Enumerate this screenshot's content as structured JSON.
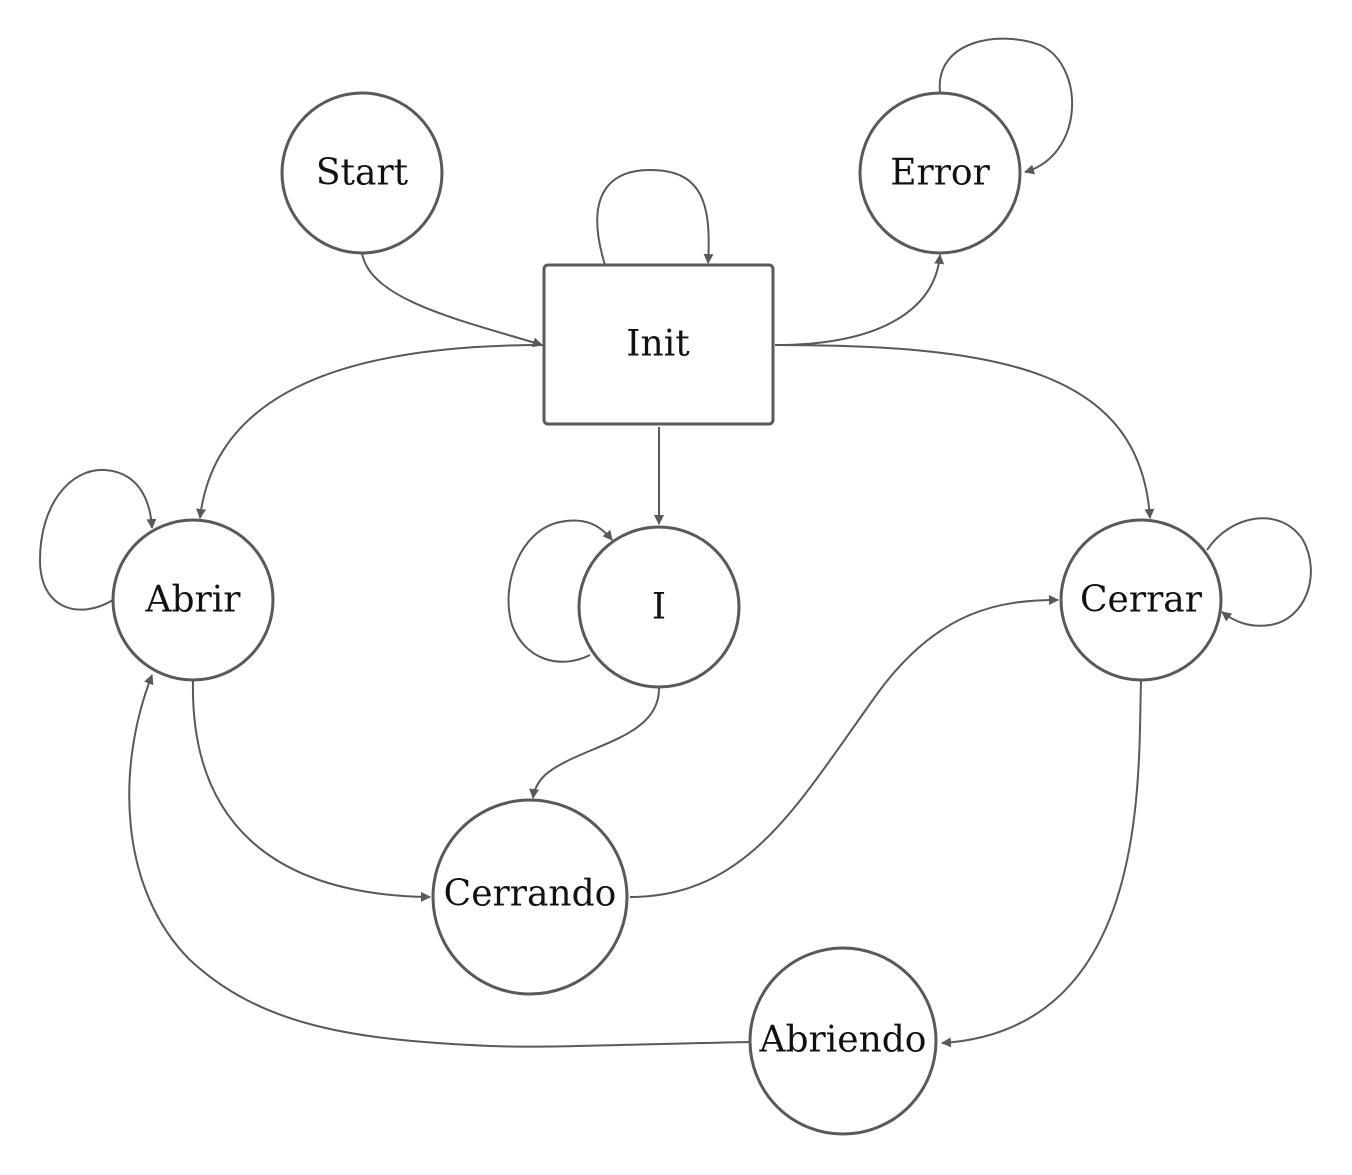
{
  "nodes": {
    "start": "Start",
    "init": "Init",
    "error": "Error",
    "abrir": "Abrir",
    "i": "I",
    "cerrar": "Cerrar",
    "cerrando": "Cerrando",
    "abriendo": "Abriendo"
  },
  "edges": [
    {
      "from": "Start",
      "to": "Init"
    },
    {
      "from": "Init",
      "to": "Init"
    },
    {
      "from": "Init",
      "to": "Error"
    },
    {
      "from": "Error",
      "to": "Error"
    },
    {
      "from": "Init",
      "to": "Abrir"
    },
    {
      "from": "Init",
      "to": "I"
    },
    {
      "from": "Init",
      "to": "Cerrar"
    },
    {
      "from": "Abrir",
      "to": "Abrir"
    },
    {
      "from": "I",
      "to": "I"
    },
    {
      "from": "Cerrar",
      "to": "Cerrar"
    },
    {
      "from": "Abrir",
      "to": "Cerrando"
    },
    {
      "from": "I",
      "to": "Cerrando"
    },
    {
      "from": "Cerrando",
      "to": "Cerrar"
    },
    {
      "from": "Cerrar",
      "to": "Abriendo"
    },
    {
      "from": "Abriendo",
      "to": "Abrir"
    }
  ],
  "colors": {
    "stroke": "#595959",
    "text": "#111111",
    "background": "#ffffff"
  }
}
